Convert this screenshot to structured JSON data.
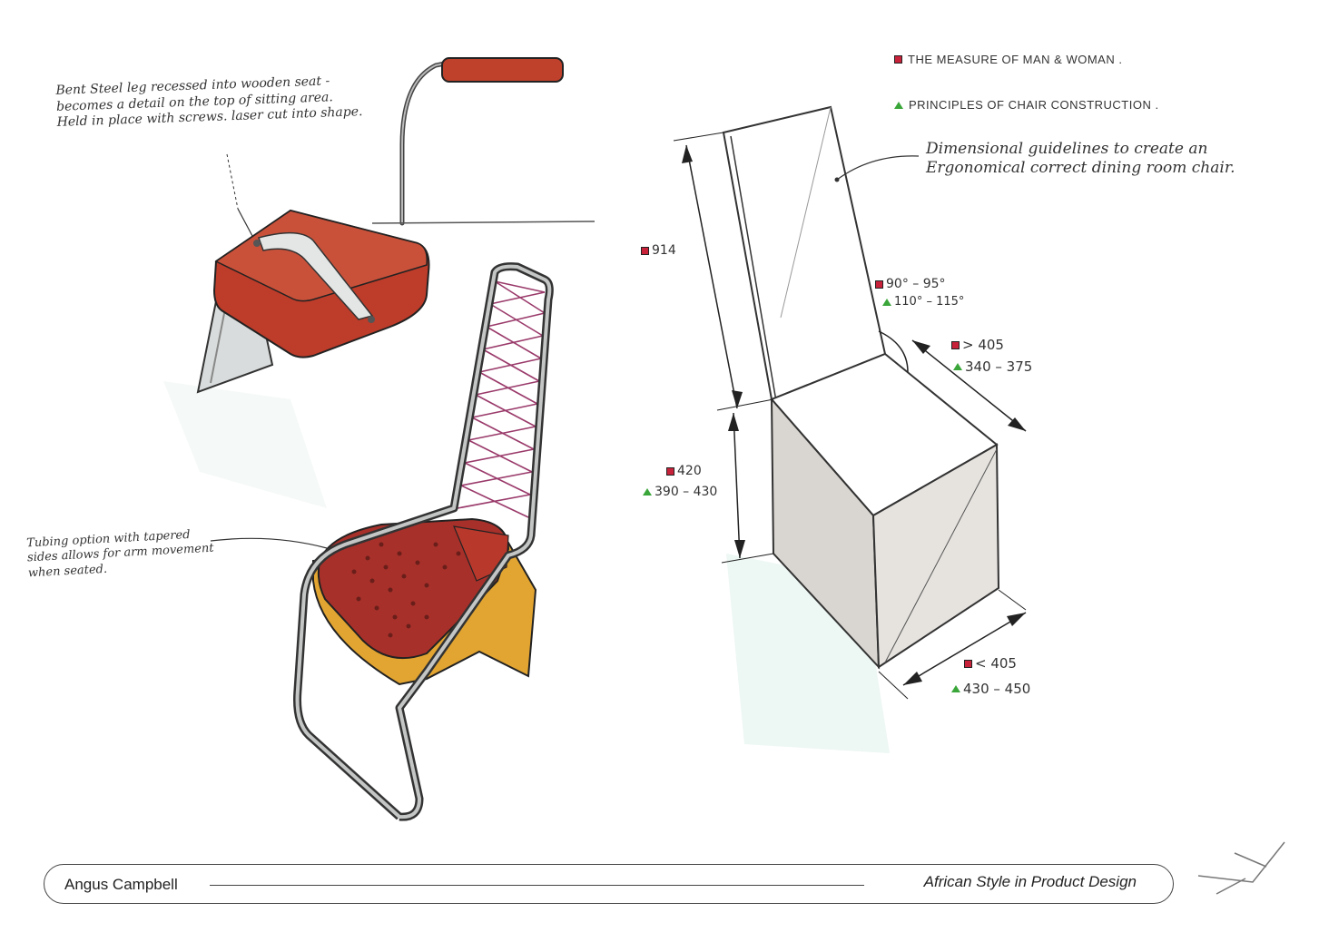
{
  "annotations": {
    "steel_leg_note": [
      "Bent Steel leg recessed into wooden seat -",
      "becomes a detail on the top of sitting area.",
      "Held in place with screws. laser cut into shape."
    ],
    "tubing_note": [
      "Tubing option with tapered",
      "sides allows for arm movement",
      "when seated."
    ],
    "guidelines_note": [
      "Dimensional guidelines to create an",
      "Ergonomical correct dining room chair."
    ]
  },
  "legend": {
    "square_label": "THE MEASURE OF MAN & WOMAN .",
    "triangle_label": "PRINCIPLES OF CHAIR CONSTRUCTION ."
  },
  "dimensions": {
    "height_total": "914",
    "back_angle_square": "90° – 95°",
    "back_angle_triangle": "110° – 115°",
    "seat_depth_square": "> 405",
    "seat_depth_triangle": "340 – 375",
    "seat_height_square": "420",
    "seat_height_triangle": "390 – 430",
    "seat_width_square": "< 405",
    "seat_width_triangle": "430 – 450"
  },
  "footer": {
    "author": "Angus Campbell",
    "project": "African Style in Product Design"
  },
  "colors": {
    "square_marker": "#c8223a",
    "triangle_marker": "#3aa63a",
    "seat_red": "#b8392a",
    "wood_yellow": "#e0a030",
    "cord_purple": "#9a3a6a",
    "steel_grey": "#9a9a9a"
  },
  "icons": {
    "square_marker": "red-square-marker-icon",
    "triangle_marker": "green-triangle-marker-icon",
    "corner_logo": "bird-logo-icon"
  }
}
